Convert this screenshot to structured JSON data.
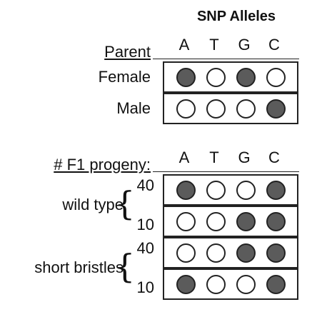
{
  "title": "SNP Alleles",
  "alleles": [
    "A",
    "T",
    "G",
    "C"
  ],
  "parents": {
    "header": "Parent",
    "rows": [
      {
        "label": "Female",
        "pattern": [
          1,
          0,
          1,
          0
        ]
      },
      {
        "label": "Male",
        "pattern": [
          0,
          0,
          0,
          1
        ]
      }
    ]
  },
  "progeny": {
    "header": "# F1 progeny:",
    "groups": [
      {
        "label": "wild type",
        "rows": [
          {
            "count": "40",
            "pattern": [
              1,
              0,
              0,
              1
            ]
          },
          {
            "count": "10",
            "pattern": [
              0,
              0,
              1,
              1
            ]
          }
        ]
      },
      {
        "label": "short bristles",
        "rows": [
          {
            "count": "40",
            "pattern": [
              0,
              0,
              1,
              1
            ]
          },
          {
            "count": "10",
            "pattern": [
              1,
              0,
              0,
              1
            ]
          }
        ]
      }
    ]
  },
  "colors": {
    "filled": "#5b5b5b",
    "empty": "#ffffff",
    "stroke": "#222222"
  }
}
